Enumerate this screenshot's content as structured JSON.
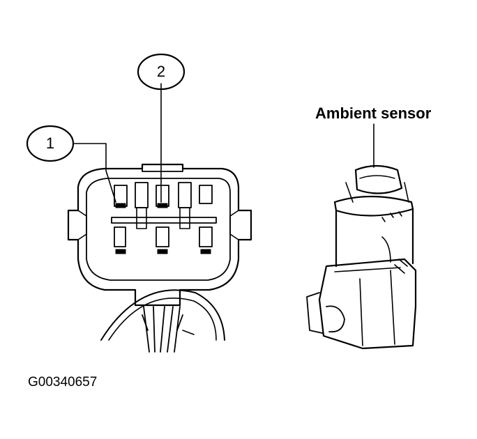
{
  "diagram": {
    "callouts": [
      {
        "label": "1"
      },
      {
        "label": "2"
      }
    ],
    "sensor_label": "Ambient sensor",
    "figure_id": "G00340657",
    "colors": {
      "ink": "#000000",
      "paper": "#ffffff"
    }
  }
}
